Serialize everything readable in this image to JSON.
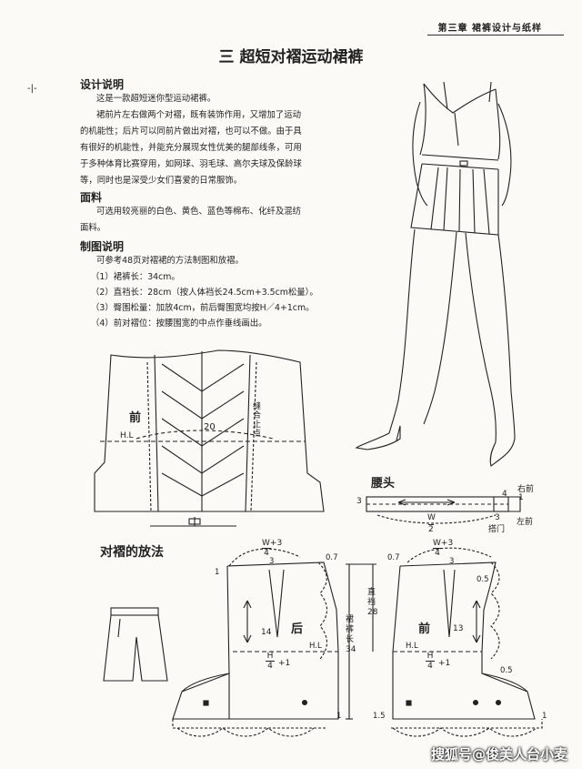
{
  "header": {
    "chapter": "第三章 裙裤设计与纸样"
  },
  "title": "三  超短对褶运动裙裤",
  "design": {
    "heading": "设计说明",
    "p1": "这是一款超短迷你型运动裙裤。",
    "p2_lines": [
      "裙前片左右做两个对褶，既有装饰作用，又增加了运动",
      "的机能性；后片可以同前片做出对褶，也可以不做。由于具",
      "有很好的机能性，并能充分展现女性优美的腿部线条，可用",
      "于多种体育比赛穿用，如网球、羽毛球、高尔夫球及保龄球",
      "等，同时也是深受少女们喜爱的日常服饰。"
    ]
  },
  "fabric": {
    "heading": "面料",
    "lines": [
      "可选用较亮丽的白色、黄色、蓝色等棉布、化纤及混纺",
      "面料。"
    ]
  },
  "drafting": {
    "heading": "制图说明",
    "intro": "可参考48页对褶裙的方法制图和放褶。",
    "items": [
      "（1）裙裤长：34cm。",
      "（2）直裆长：28cm（按人体裆长24.5cm+3.5cm松量）。",
      "（3）臀围松量：加放4cm，前后臀围宽均按H／4+1cm。",
      "（4）前对褶位：按腰围宽的中点作垂线画出。"
    ]
  },
  "diagram_top": {
    "front": "前",
    "hl": "H.L",
    "v20": "20",
    "stitch": [
      "缝",
      "合",
      "止",
      "点"
    ]
  },
  "waistband": {
    "title": "腰头",
    "v3a": "3",
    "v3b": "3",
    "w_top": "W",
    "w_bot": "2",
    "v4": "4",
    "v1": "1",
    "right_front": "右前",
    "left_front": "左前",
    "tab": "搭门"
  },
  "pleat": {
    "heading": "对褶的放法",
    "back": "后",
    "front": "前",
    "w_num": "W",
    "w_den": "4",
    "w_add": "+3",
    "h_num": "H",
    "h_den": "4",
    "h_add": "+1",
    "v07a": "0.7",
    "v07b": "0.7",
    "v05a": "0.5",
    "v05b": "0.5",
    "v1a": "1",
    "v1b": "1",
    "v1c": "1",
    "v3a": "3",
    "v3b": "3",
    "v14": "14",
    "v13": "13",
    "v15": "1.5",
    "hl_a": "H.L",
    "hl_b": "H.L",
    "crotch_label": [
      "直",
      "裆",
      "28"
    ],
    "length_label": [
      "裙",
      "裤",
      "长",
      "34"
    ]
  },
  "watermark": "搜狐号@俊美人台小麦",
  "margin_mark": "-|-"
}
